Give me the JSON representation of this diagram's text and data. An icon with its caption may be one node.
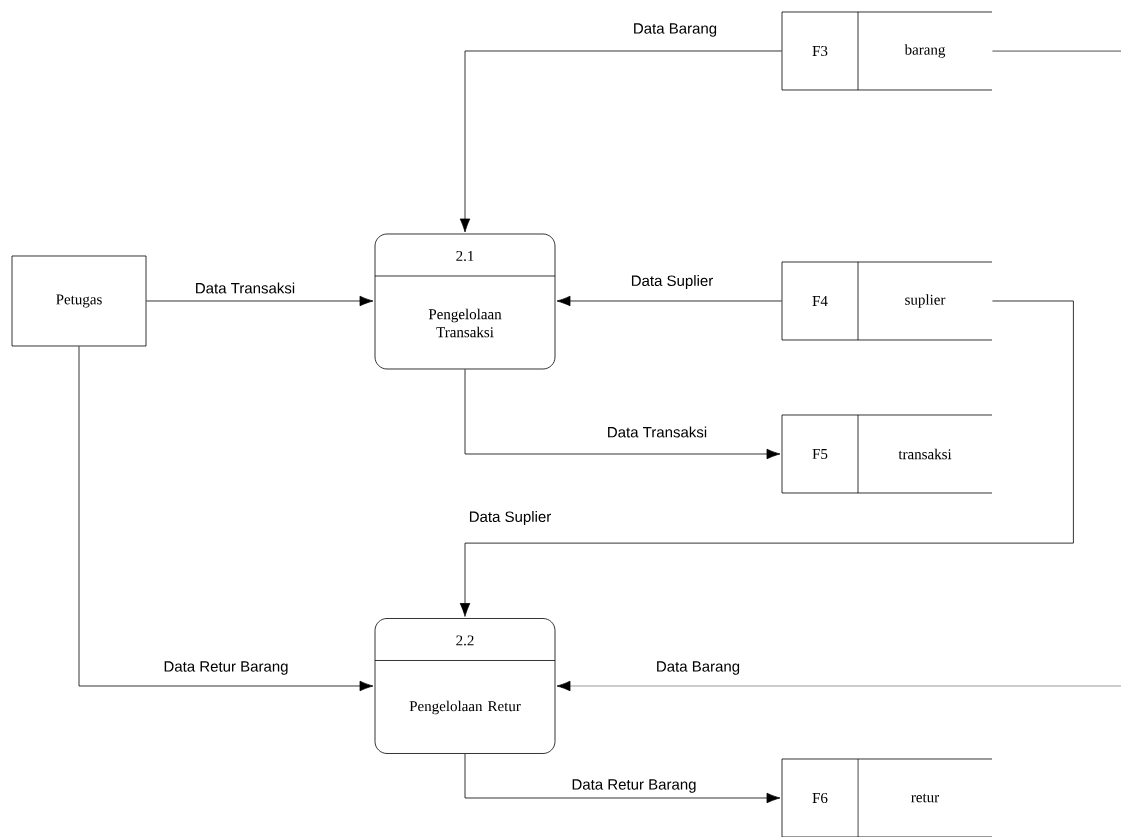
{
  "diagram": {
    "nodes": [
      {
        "text": [
          "F3",
          "barang"
        ]
      },
      {
        "text": [
          "Petugas"
        ]
      },
      {
        "text": [
          "2.1",
          "Pengelolaan Transaksi"
        ]
      },
      {
        "text": [
          "F4",
          "suplier"
        ]
      },
      {
        "text": [
          "F5",
          "transaksi"
        ]
      },
      {
        "text": [
          "2.2",
          "Pengelolaan Retur"
        ]
      },
      {
        "text": [
          "F6",
          "retur"
        ]
      }
    ],
    "edges": [
      {
        "from": 0,
        "to": 2,
        "arrow": "to",
        "label": "Data Barang"
      },
      {
        "from": 1,
        "to": 2,
        "arrow": "to",
        "label": "Data Transaksi"
      },
      {
        "from": 3,
        "to": 2,
        "arrow": "to",
        "label": "Data Suplier"
      },
      {
        "from": 2,
        "to": 4,
        "arrow": "to",
        "label": "Data Transaksi"
      },
      {
        "from": 3,
        "to": 5,
        "arrow": "to",
        "label": "Data Suplier"
      },
      {
        "from": 1,
        "to": 5,
        "arrow": "to",
        "label": "Data Retur Barang"
      },
      {
        "from": null,
        "to": 5,
        "arrow": "to",
        "label": "Data Barang"
      },
      {
        "from": 0,
        "to": null,
        "arrow": "none"
      },
      {
        "from": 5,
        "to": 6,
        "arrow": "to",
        "label": "Data Retur Barang"
      }
    ]
  }
}
